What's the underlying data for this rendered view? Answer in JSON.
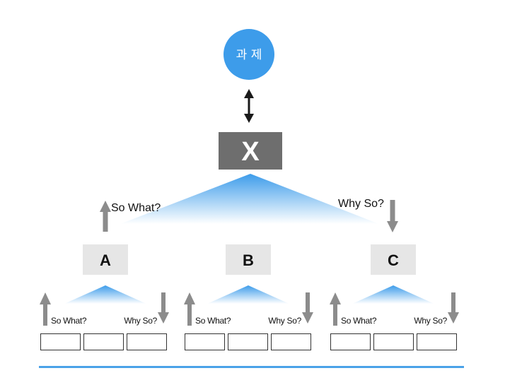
{
  "colors": {
    "circle": "#3d9cea",
    "x_box": "#6e6e6e",
    "sub_box": "#e6e6e6",
    "arrow_gray": "#8c8c8c",
    "arrow_dark": "#1a1a1a",
    "fan_top": "#3d9cea",
    "fan_bottom": "#ffffff",
    "baseline": "#4aa2e8"
  },
  "top": {
    "goal_label": "과 제",
    "main_label": "X",
    "left_question": "So What?",
    "right_question": "Why So?"
  },
  "branches": [
    {
      "label": "A",
      "left_question": "So What?",
      "right_question": "Why So?",
      "empty_boxes": 3
    },
    {
      "label": "B",
      "left_question": "So What?",
      "right_question": "Why So?",
      "empty_boxes": 3
    },
    {
      "label": "C",
      "left_question": "So What?",
      "right_question": "Why So?",
      "empty_boxes": 3
    }
  ]
}
